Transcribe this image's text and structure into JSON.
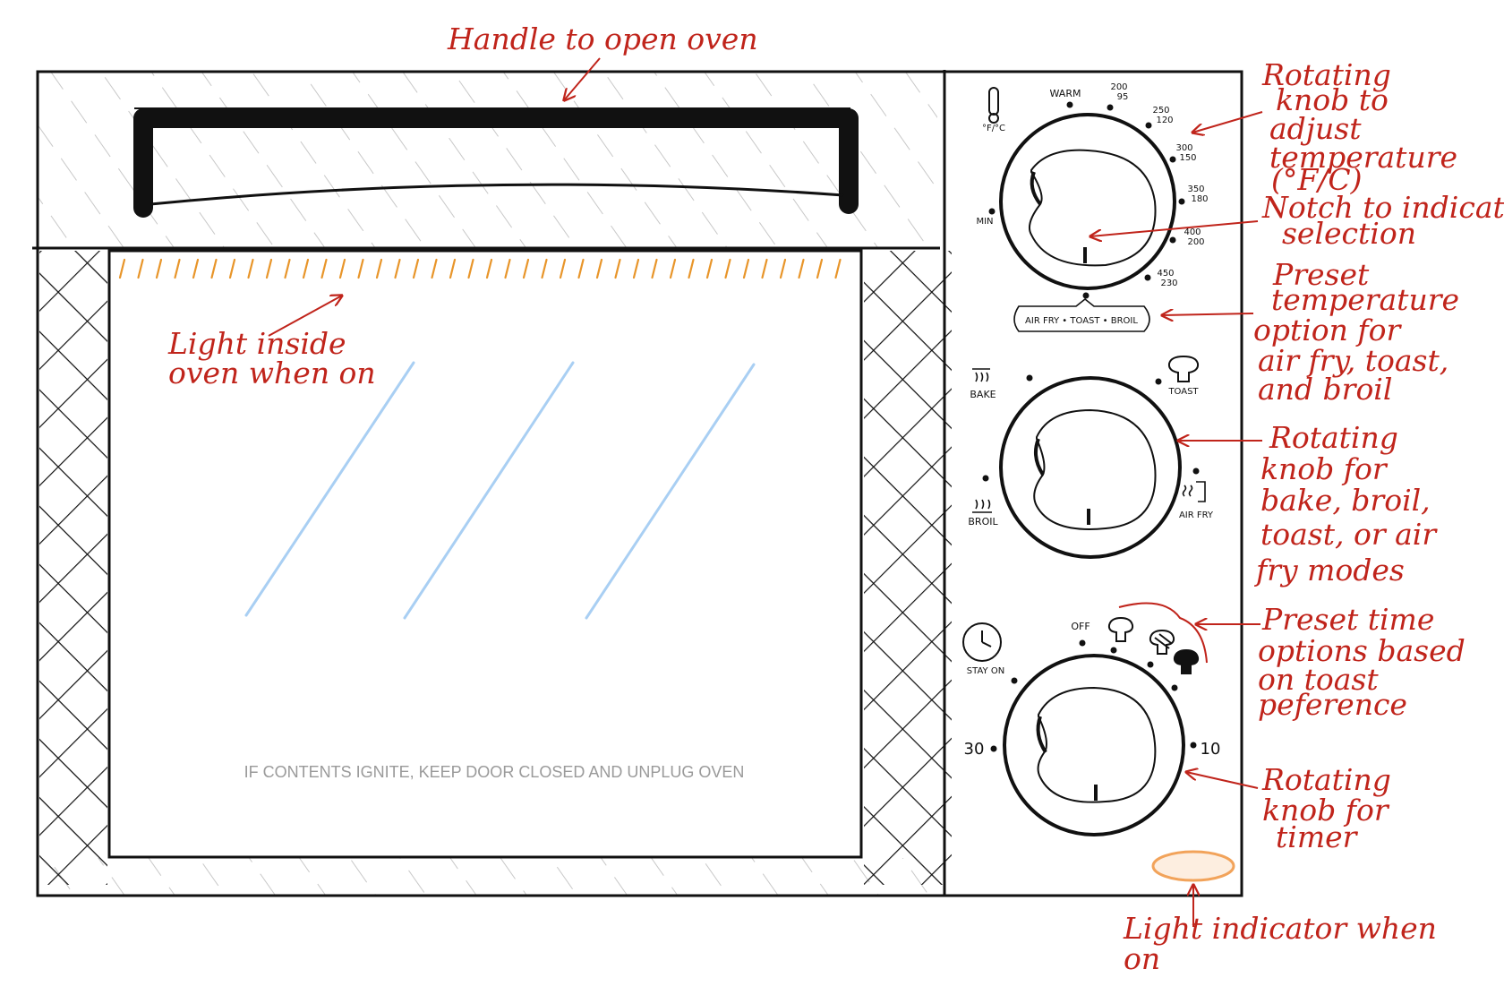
{
  "colors": {
    "outline": "#111111",
    "annotation": "#c0241b",
    "heat_light": "#e8952a",
    "glass": "#a9cff3",
    "hatch": "#c8c8c8",
    "indicator": "#f2a35a",
    "warning_text": "#9a9a9a"
  },
  "annotations": {
    "handle": "Handle to open oven",
    "inside_light": [
      "Light inside",
      "oven when on"
    ],
    "temp_knob": [
      "Rotating",
      "knob to",
      "adjust",
      "temperature",
      "(°F/C)"
    ],
    "notch": [
      "Notch to indicate",
      "selection"
    ],
    "preset_temp": [
      "Preset",
      "temperature",
      "option for",
      "air fry, toast,",
      "and broil"
    ],
    "mode_knob": [
      "Rotating",
      "knob for",
      "bake, broil,",
      "toast, or air",
      "fry modes"
    ],
    "preset_time": [
      "Preset time",
      "options based",
      "on toast",
      "peference"
    ],
    "timer_knob": [
      "Rotating",
      "knob for",
      "timer"
    ],
    "indicator": [
      "Light indicator when",
      "on"
    ]
  },
  "door": {
    "warning": "IF CONTENTS IGNITE, KEEP DOOR CLOSED AND UNPLUG OVEN"
  },
  "temp_dial": {
    "unit_icon": "thermometer-icon",
    "unit_label": "°F/°C",
    "min": "MIN",
    "warm": "WARM",
    "ticks": [
      {
        "f": "200",
        "c": "95"
      },
      {
        "f": "250",
        "c": "120"
      },
      {
        "f": "300",
        "c": "150"
      },
      {
        "f": "350",
        "c": "180"
      },
      {
        "f": "400",
        "c": "200"
      },
      {
        "f": "450",
        "c": "230"
      }
    ],
    "preset": "AIR FRY • TOAST • BROIL"
  },
  "mode_dial": {
    "bake": "BAKE",
    "toast": "TOAST",
    "broil": "BROIL",
    "airfry": "AIR FRY",
    "icons": [
      "bake-heat-icon",
      "toast-icon",
      "broil-heat-icon",
      "air-fry-icon"
    ]
  },
  "timer_dial": {
    "clock_icon": "clock-icon",
    "stay_on": "STAY  ON",
    "off": "OFF",
    "left_value": "30",
    "right_value": "10",
    "toast_icons": [
      "light-toast-icon",
      "medium-toast-icon",
      "dark-toast-icon"
    ]
  }
}
